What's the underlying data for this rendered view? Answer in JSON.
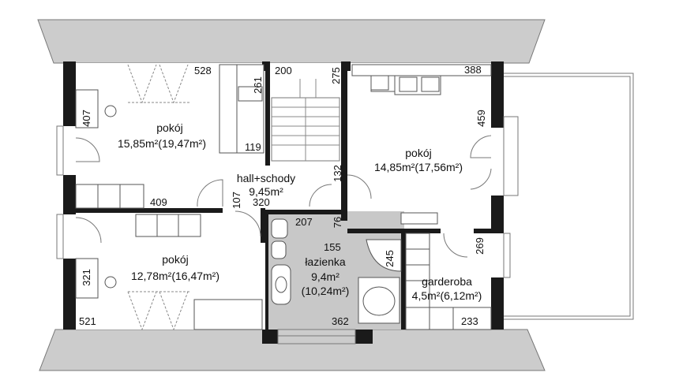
{
  "rooms": {
    "room_nw": {
      "name": "pokój",
      "area": "15,85m²(19,47m²)"
    },
    "room_ne": {
      "name": "pokój",
      "area": "14,85m²(17,56m²)"
    },
    "room_sw": {
      "name": "pokój",
      "area": "12,78m²(16,47m²)"
    },
    "hall": {
      "name": "hall+schody",
      "area": "9,45m²"
    },
    "bathroom": {
      "name": "łazienka",
      "area": "9,4m²",
      "area_gross": "(10,24m²)"
    },
    "wardrobe": {
      "name": "garderoba",
      "area": "4,5m²(6,12m²)"
    }
  },
  "dimensions": {
    "d528": "528",
    "d261": "261",
    "d200": "200",
    "d275": "275",
    "d388": "388",
    "d407": "407",
    "d459": "459",
    "d119": "119",
    "d132": "132",
    "d409": "409",
    "d320": "320",
    "d107": "107",
    "d207": "207",
    "d76": "76",
    "d155": "155",
    "d245": "245",
    "d269": "269",
    "d321": "321",
    "d521": "521",
    "d362": "362",
    "d233": "233"
  },
  "colors": {
    "wall": "#1a1a1a",
    "roof": "#cccccc",
    "bathroom_floor": "#c8c8c8",
    "furniture_stroke": "#555555"
  }
}
